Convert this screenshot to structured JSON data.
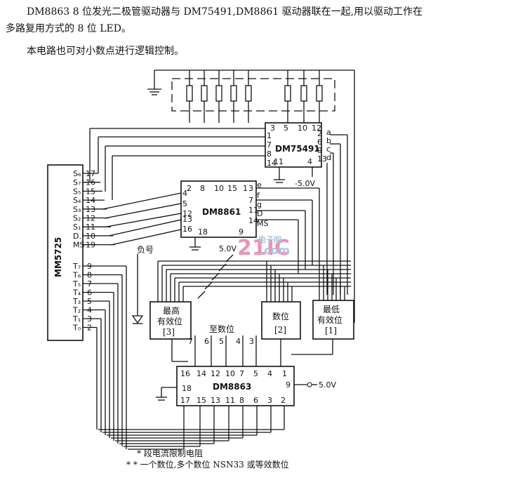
{
  "intro": {
    "line1": "DM8863 8 位发光二极管驱动器与 DM75491,DM8861 驱动器联在一起,用以驱动工作在",
    "line2": "多路复用方式的 8 位 LED。",
    "line3": "本电路也可对小数点进行逻辑控制。"
  },
  "chips": {
    "mm5725": "MM5725",
    "dm75491": "DM75491",
    "dm8861": "DM8861",
    "dm8863": "DM8863"
  },
  "mm_top_labels": [
    "S₆",
    "S₇",
    "S₅",
    "S₄",
    "S₃",
    "S₂",
    "S₁",
    "D.",
    "MS"
  ],
  "mm_top_pins": [
    "17",
    "16",
    "15",
    "14",
    "13",
    "12",
    "11",
    "10",
    "19"
  ],
  "mm_bottom_labels": [
    "T₇",
    "T₆",
    "T₅",
    "T₄",
    "T₃",
    "T₂",
    "T₁",
    "T₀"
  ],
  "mm_bottom_pins": [
    "9",
    "8",
    "7",
    "6",
    "5",
    "4",
    "3",
    "2"
  ],
  "dm75491_top_pins": [
    "3",
    "5",
    "10",
    "12"
  ],
  "dm75491_left_pins": [
    "1",
    "7",
    "8",
    "14"
  ],
  "dm75491_right_pins": [
    "2",
    "6",
    "9",
    "13"
  ],
  "dm75491_right_labels": [
    "a",
    "b",
    "c",
    "d"
  ],
  "dm75491_bottom_pins": [
    "11",
    "4"
  ],
  "dm8861_top_pins": [
    "2",
    "8",
    "10",
    "15",
    "1"
  ],
  "dm8861_left_pins": [
    "4",
    "5",
    "12",
    "13",
    "16"
  ],
  "dm8861_right_pins": [
    "3",
    "7",
    "11",
    "14"
  ],
  "dm8861_right_labels": [
    "e",
    "f",
    "g",
    "D",
    "MS"
  ],
  "dm8861_bottom_pins": [
    "18",
    "9"
  ],
  "dm8863_top_pins": [
    "16",
    "14",
    "12",
    "10",
    "7",
    "5",
    "4",
    "1"
  ],
  "dm8863_bottom_pins": [
    "17",
    "15",
    "13",
    "11",
    "8",
    "6",
    "3",
    "2"
  ],
  "dm8863_side_pins": [
    "18",
    "9"
  ],
  "voltage_75491": "-5.0V",
  "voltage_8861": "5.0V",
  "voltage_8863": "5.0V",
  "negative_label": "负号",
  "digit_boxes": [
    {
      "title": "最高",
      "sub": "有效位",
      "index": "[3]"
    },
    {
      "title": "数位",
      "sub": "",
      "index": "[2]"
    },
    {
      "title": "最低",
      "sub": "有效位",
      "index": "[1]"
    }
  ],
  "to_digits_label": "至数位",
  "digit_numbers": [
    "7",
    "6",
    "5",
    "4",
    "3"
  ],
  "footnote1": "* 段电流限制电阻",
  "footnote2": "* *   一个数位,多个数位 NSN33 或等效数位",
  "watermark": {
    "big": "21IC",
    "small": "电子网",
    "dom": ".com"
  }
}
